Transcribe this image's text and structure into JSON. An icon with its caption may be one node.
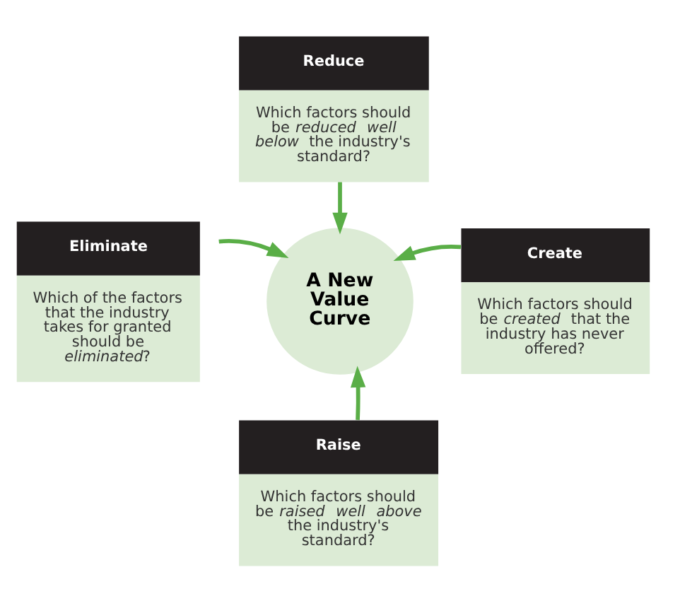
{
  "diagram": {
    "nodes": [
      {
        "text": [
          "Reduce",
          "Which factors should be *reduced well below* the industry's standard?"
        ]
      },
      {
        "text": [
          "Eliminate",
          "Which of the factors that the industry takes for granted should be *eliminated*?"
        ]
      },
      {
        "text": [
          "A New Value Curve"
        ]
      },
      {
        "text": [
          "Create",
          "Which factors should be *created* that the industry has never offered?"
        ]
      },
      {
        "text": [
          "Raise",
          "Which factors should be *raised well above* the industry's standard?"
        ]
      }
    ],
    "edges": [
      {
        "from": 0,
        "to": 2,
        "arrow": "to"
      },
      {
        "from": 1,
        "to": 2,
        "arrow": "to"
      },
      {
        "from": 3,
        "to": 2,
        "arrow": "to"
      },
      {
        "from": 4,
        "to": 2,
        "arrow": "to"
      }
    ]
  }
}
